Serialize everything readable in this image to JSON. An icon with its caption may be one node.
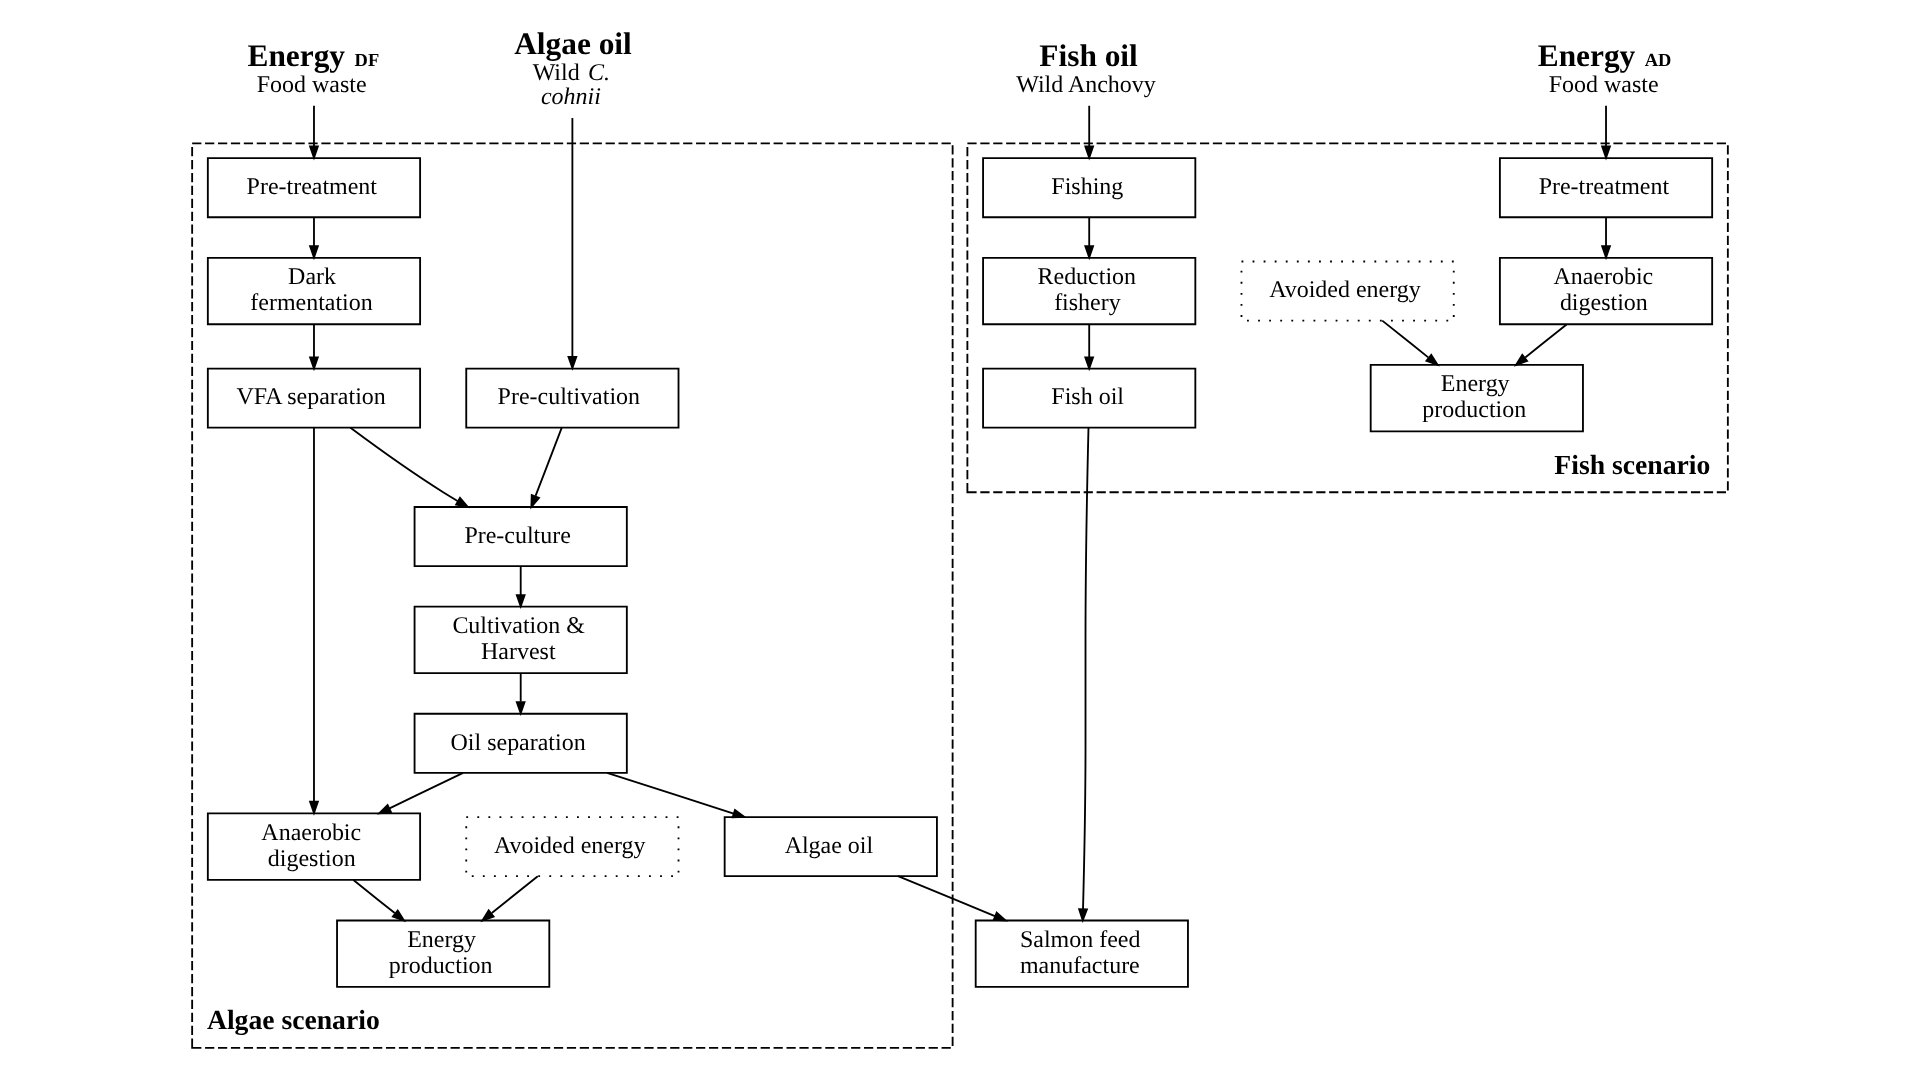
{
  "diagram": {
    "nodes": [
      {
        "text": [
          "Energy $_{DF}$",
          "Food waste"
        ]
      },
      {
        "text": [
          "Algae oil",
          "Wild *C. cohnii*"
        ]
      },
      {
        "text": [
          "Fish oil",
          "Wild Anchovy"
        ]
      },
      {
        "text": [
          "Energy $_{AD}$",
          "Food waste"
        ]
      },
      {
        "text": [
          "Algae scenario"
        ]
      },
      {
        "text": [
          "Pre-treatment"
        ],
        "in": 4
      },
      {
        "text": [
          "Dark fermentation"
        ],
        "in": 4
      },
      {
        "text": [
          "VFA separation"
        ],
        "in": 4
      },
      {
        "text": [
          "Anaerobic digestion"
        ],
        "in": 4
      },
      {
        "text": [
          "Energy production"
        ],
        "in": 4
      },
      {
        "text": [
          "Avoided energy"
        ],
        "in": 4
      },
      {
        "text": [
          "Pre-cultivation"
        ],
        "in": 4
      },
      {
        "text": [
          "Pre-culture"
        ],
        "in": 4
      },
      {
        "text": [
          "Cultivation & Harvest"
        ],
        "in": 4
      },
      {
        "text": [
          "Oil separation"
        ],
        "in": 4
      },
      {
        "text": [
          "Algae oil"
        ],
        "in": 4
      },
      {
        "text": [
          "Fish scenario"
        ]
      },
      {
        "text": [
          "Fishing"
        ],
        "in": 16
      },
      {
        "text": [
          "Reduction fishery"
        ],
        "in": 16
      },
      {
        "text": [
          "Fish oil"
        ],
        "in": 16
      },
      {
        "text": [
          "Pre-treatment"
        ],
        "in": 16
      },
      {
        "text": [
          "Anaerobic digestion"
        ],
        "in": 16
      },
      {
        "text": [
          "Energy production"
        ],
        "in": 16
      },
      {
        "text": [
          "Avoided energy"
        ],
        "in": 16
      },
      {
        "text": [
          "Salmon feed manufacture"
        ]
      }
    ],
    "edges": [
      {
        "from": 0,
        "to": 5,
        "arrow": "to"
      },
      {
        "from": 5,
        "to": 6,
        "arrow": "to"
      },
      {
        "from": 6,
        "to": 7,
        "arrow": "to"
      },
      {
        "from": 7,
        "to": 8,
        "arrow": "to"
      },
      {
        "from": 8,
        "to": 9,
        "arrow": "to"
      },
      {
        "from": 10,
        "to": 9,
        "arrow": "to"
      },
      {
        "from": 1,
        "to": 11,
        "arrow": "to"
      },
      {
        "from": 11,
        "to": 12,
        "arrow": "to"
      },
      {
        "from": 12,
        "to": 13,
        "arrow": "to"
      },
      {
        "from": 13,
        "to": 14,
        "arrow": "to"
      },
      {
        "from": 14,
        "to": 15,
        "arrow": "to"
      },
      {
        "from": 7,
        "to": 12,
        "arrow": "to"
      },
      {
        "from": 14,
        "to": 8,
        "arrow": "to"
      },
      {
        "from": 15,
        "to": 24,
        "arrow": "to"
      },
      {
        "from": 2,
        "to": 17,
        "arrow": "to"
      },
      {
        "from": 17,
        "to": 18,
        "arrow": "to"
      },
      {
        "from": 18,
        "to": 19,
        "arrow": "to"
      },
      {
        "from": 19,
        "to": 24,
        "arrow": "to"
      },
      {
        "from": 3,
        "to": 20,
        "arrow": "to"
      },
      {
        "from": 20,
        "to": 21,
        "arrow": "to"
      },
      {
        "from": 21,
        "to": 22,
        "arrow": "to"
      },
      {
        "from": 23,
        "to": 22,
        "arrow": "to"
      }
    ]
  }
}
